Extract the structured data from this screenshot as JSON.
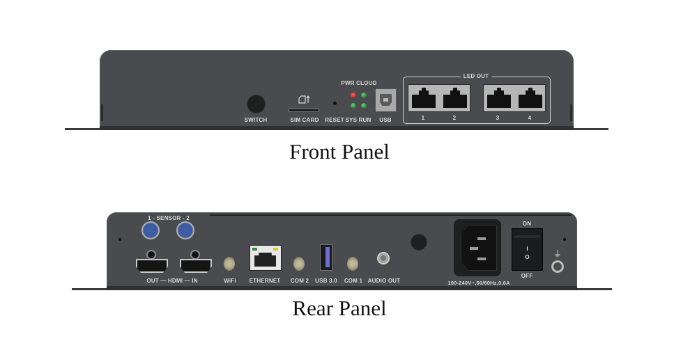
{
  "front_panel": {
    "caption": "Front Panel",
    "switch_label": "SWITCH",
    "sim_card_label": "SIM CARD",
    "reset_label": "RESET",
    "led_group_top_label": "PWR CLOUD",
    "led_group_bottom_label": "SYS RUN",
    "leds": [
      {
        "name": "PWR",
        "color": "#c8302a"
      },
      {
        "name": "CLOUD",
        "color": "#2e8a3e"
      },
      {
        "name": "SYS",
        "color": "#2e8a3e"
      },
      {
        "name": "RUN",
        "color": "#2e8a3e"
      }
    ],
    "usb_label": "USB",
    "led_out_label": "LED OUT",
    "led_out_ports": [
      "1",
      "2",
      "3",
      "4"
    ],
    "sim_icon": "sim-card-insert-icon"
  },
  "rear_panel": {
    "caption": "Rear Panel",
    "sensor_label": "1 - SENSOR - 2",
    "hdmi_label": "OUT — HDMI — IN",
    "wifi_label": "WiFi",
    "ethernet_label": "ETHERNET",
    "com2_label": "COM 2",
    "usb3_label": "USB 3.0",
    "com1_label": "COM 1",
    "audio_out_label": "AUDIO OUT",
    "power_rating": "100-240V~,50/60Hz,0.6A",
    "power_on_label": "ON",
    "power_off_label": "OFF",
    "rocker_on_symbol": "I",
    "rocker_off_symbol": "O",
    "ground_symbol": "⏚"
  },
  "colors": {
    "panel_body": "#4a4b4f",
    "label_text": "#d9d9d9",
    "sensor_blue": "#3f5fa8",
    "usb3_blue": "#6b6fd1"
  }
}
